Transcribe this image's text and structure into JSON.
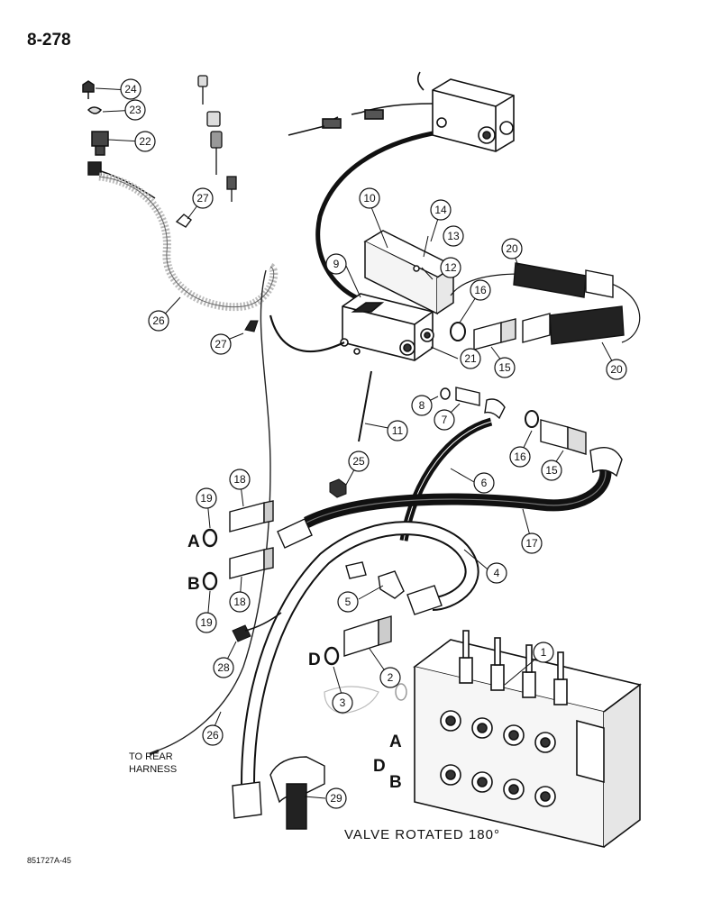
{
  "page_number": "8-278",
  "figure_code": "851727A-45",
  "caption": "VALVE ROTATED 180°",
  "rear_harness_note": [
    "TO REAR",
    "HARNESS"
  ],
  "side_letters": {
    "a_left": "A",
    "b_left": "B",
    "d_left": "D",
    "a_right": "A",
    "d_right": "D",
    "b_right": "B"
  },
  "callouts": [
    {
      "id": "1",
      "label": "1"
    },
    {
      "id": "2",
      "label": "2"
    },
    {
      "id": "3",
      "label": "3"
    },
    {
      "id": "4",
      "label": "4"
    },
    {
      "id": "5",
      "label": "5"
    },
    {
      "id": "6",
      "label": "6"
    },
    {
      "id": "7",
      "label": "7"
    },
    {
      "id": "8",
      "label": "8"
    },
    {
      "id": "9",
      "label": "9"
    },
    {
      "id": "10",
      "label": "10"
    },
    {
      "id": "11",
      "label": "11"
    },
    {
      "id": "12",
      "label": "12"
    },
    {
      "id": "13",
      "label": "13"
    },
    {
      "id": "14",
      "label": "14"
    },
    {
      "id": "15a",
      "label": "15"
    },
    {
      "id": "15b",
      "label": "15"
    },
    {
      "id": "16a",
      "label": "16"
    },
    {
      "id": "16b",
      "label": "16"
    },
    {
      "id": "17",
      "label": "17"
    },
    {
      "id": "18a",
      "label": "18"
    },
    {
      "id": "18b",
      "label": "18"
    },
    {
      "id": "19a",
      "label": "19"
    },
    {
      "id": "19b",
      "label": "19"
    },
    {
      "id": "20a",
      "label": "20"
    },
    {
      "id": "20b",
      "label": "20"
    },
    {
      "id": "21",
      "label": "21"
    },
    {
      "id": "22",
      "label": "22"
    },
    {
      "id": "23",
      "label": "23"
    },
    {
      "id": "24",
      "label": "24"
    },
    {
      "id": "25",
      "label": "25"
    },
    {
      "id": "26a",
      "label": "26"
    },
    {
      "id": "26b",
      "label": "26"
    },
    {
      "id": "27a",
      "label": "27"
    },
    {
      "id": "27b",
      "label": "27"
    },
    {
      "id": "28",
      "label": "28"
    },
    {
      "id": "29",
      "label": "29"
    }
  ]
}
